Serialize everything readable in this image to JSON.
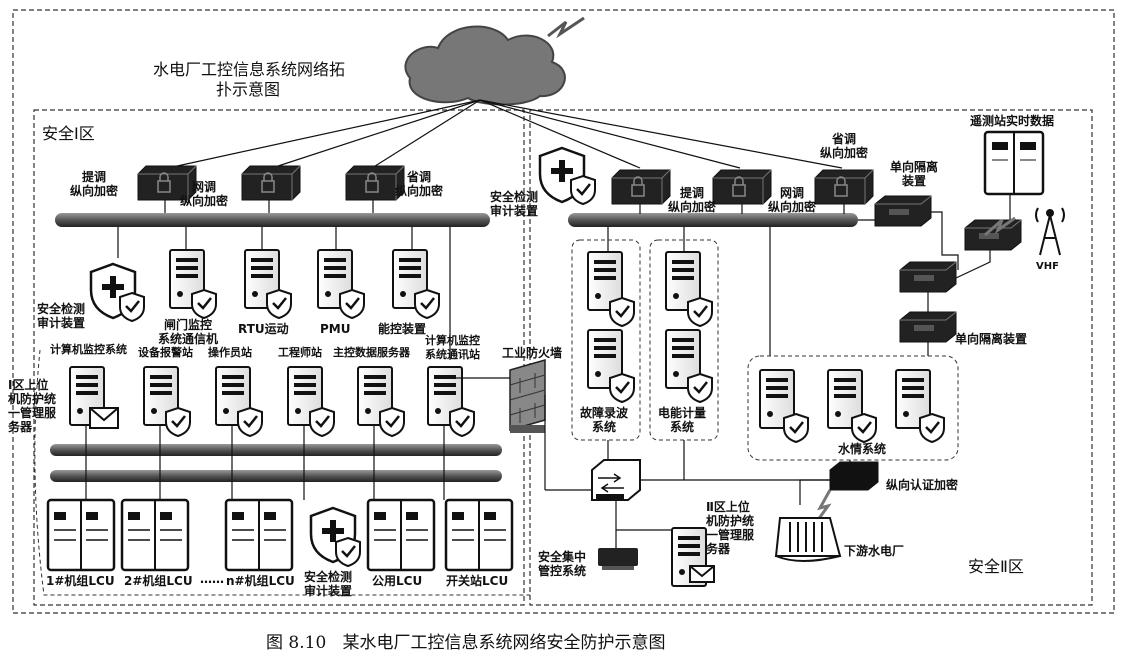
{
  "diagram": {
    "title_line1": "水电厂工控信息系统网络拓",
    "title_line2": "扑示意图",
    "zone1_title": "安全Ⅰ区",
    "zone2_title": "安全Ⅱ区",
    "caption": "图 8.10   某水电厂工控信息系统网络安全防护示意图",
    "labels": {
      "ti_diao": "提调\n纵向加密",
      "wang_diao": "网调\n纵向加密",
      "sheng_diao": "省调\n纵向加密",
      "audit1": "安全检测\n审计装置",
      "gate_monitor": "闸门监控\n系统通信机",
      "rtu": "RTU运动",
      "pmu": "PMU",
      "energy_ctrl": "能控装置",
      "cc_sys": "计算机监控系统",
      "dev_alarm": "设备报警站",
      "operator": "操作员站",
      "engineer": "工程师站",
      "main_db": "主控数据服务器",
      "cc_comm": "计算机监控\n系统通讯站",
      "firewall": "工业防火墙",
      "mgmt1": "Ⅰ区上位\n机防护统\n一管理服\n务器",
      "lcu1": "1#机组LCU",
      "lcu2": "2#机组LCU",
      "dots": "……",
      "lcun": "n#机组LCU",
      "audit_bottom": "安全检测\n审计装置",
      "public_lcu": "公用LCU",
      "switch_lcu": "开关站LCU",
      "audit2": "安全检测\n审计装置",
      "ti_diao2": "提调\n纵向加密",
      "wang_diao2": "网调\n纵向加密",
      "sheng_diao2": "省调\n纵向加密",
      "fault_rec": "故障录波\n系统",
      "energy_meter": "电能计量\n系统",
      "one_way1": "单向隔离\n装置",
      "one_way2": "单向隔离装置",
      "realtime": "遥测站实时数据",
      "vhf": "VHF",
      "hydro_sys": "水情系统",
      "vert_auth": "纵向认证加密",
      "downstream": "下游水电厂",
      "central_ctrl": "安全集中\n管控系统",
      "mgmt2": "Ⅱ区上位\n机防护统\n一管理服\n务器"
    }
  }
}
